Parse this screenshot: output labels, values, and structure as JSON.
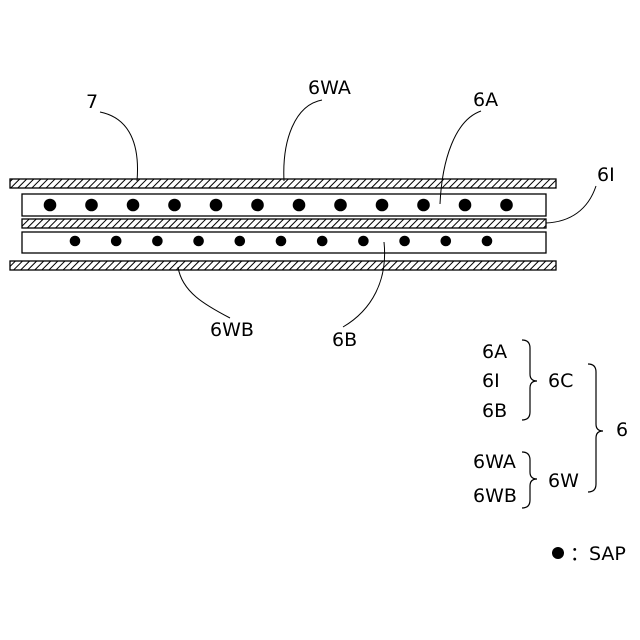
{
  "labels": {
    "top_left": "7",
    "top_center": "6WA",
    "top_right": "6A",
    "right_mid": "6I",
    "bottom_left": "6WB",
    "bottom_center": "6B"
  },
  "legend": {
    "group_core": [
      "6A",
      "6I",
      "6B"
    ],
    "group_core_name": "6C",
    "group_wrap": [
      "6WA",
      "6WB"
    ],
    "group_wrap_name": "6W",
    "total_name": "6"
  },
  "key": {
    "sap_text": "：SAP"
  },
  "layers": {
    "top_row_particle_count": 12,
    "bottom_row_particle_count": 11
  }
}
